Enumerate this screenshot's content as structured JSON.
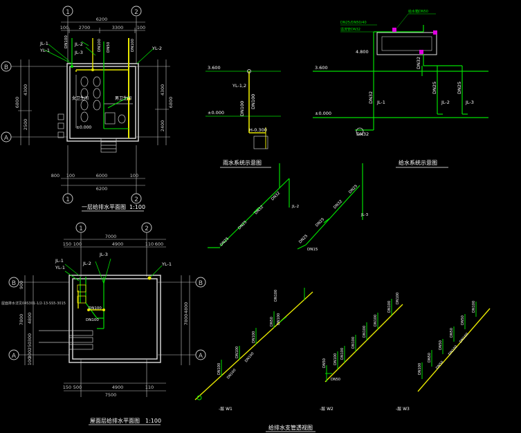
{
  "axes": {
    "a1": "1",
    "a2": "2",
    "aA": "A",
    "aB": "B"
  },
  "ground_plan": {
    "title": "一层给排水平面图",
    "scale": "1:100",
    "dims_top": [
      "100",
      "2700",
      "3300",
      "100"
    ],
    "dim_total": "6200",
    "dim_bottom_total": "6000",
    "dim_bottom_left": "800",
    "dim_bottom_100": "100",
    "dims_left": [
      "4300",
      "2500"
    ],
    "dim_left_total": "6800",
    "dims_right": [
      "4300",
      "2400"
    ],
    "dim_right_total": "6800",
    "pipe_labels": [
      "JL-1",
      "YL-1",
      "JL-2",
      "JL-3",
      "YL-2"
    ],
    "dn_labels": [
      "DN100",
      "DN100",
      "DN50",
      "DN100"
    ],
    "elev": "±0.000",
    "room_labels": [
      "女卫生间",
      "男卫生间"
    ]
  },
  "roof_plan": {
    "title": "屋面层给排水平面图",
    "scale": "1:100",
    "dims_top": [
      "150",
      "100",
      "4900",
      "110",
      "600"
    ],
    "dim_total": "7000",
    "dims_bottom": [
      "150",
      "500",
      "4900",
      "110"
    ],
    "dim_bottom_total": "7500",
    "dims_left": [
      "900",
      "4800",
      "300",
      "250",
      "300",
      "100"
    ],
    "dim_left_total": "7800",
    "dim_right": "4800",
    "dim_right_total": "7800",
    "pipe_labels": [
      "JL-1",
      "YL-1",
      "JL-2",
      "JL-3",
      "YL-1"
    ],
    "note": "屋面排水详见04S301-1/2-13-SS5-3015",
    "dn_labels": [
      "DN100",
      "DN100"
    ]
  },
  "rain_diagram": {
    "title": "雨水系统示意图",
    "elev_top": "3.600",
    "elev_mid": "±0.000",
    "elev_low": "H-0.300",
    "pipe": "YL-1,2",
    "dn": "DN100"
  },
  "supply_diagram": {
    "title": "给水系统示意图",
    "elev_top": "3.600",
    "elev_mid": "4.800",
    "elev_zero": "±0.000",
    "labels": [
      "JL-1",
      "JL-2",
      "JL-3"
    ],
    "dn": [
      "DN32",
      "DN25",
      "DN25",
      "DN32"
    ],
    "tank_notes": [
      "给水箱DN50",
      "DN25/DN50/40",
      "溢流管DN32"
    ]
  },
  "branch_supply": {
    "left_labels": [
      "DN25",
      "DN25",
      "DN32",
      "DN32",
      "JL-2"
    ],
    "right_labels": [
      "DN15",
      "DN25",
      "DN25",
      "DN32",
      "DN25",
      "JL-3"
    ]
  },
  "drain_iso": {
    "title": "给排水支管透视图",
    "w1": "-层 W1",
    "w2": "-层 W2",
    "w3": "-层 W3",
    "dn_w1": [
      "DN100",
      "DN100",
      "DN100",
      "DN100",
      "DN100",
      "DN50",
      "DN100",
      "DN100"
    ],
    "dn_w2": [
      "DN100",
      "DN100",
      "DN100",
      "DN50",
      "DN100",
      "DN100",
      "DN100",
      "DN50",
      "DN100"
    ],
    "dn_w3": [
      "DN100",
      "DN50",
      "DN50",
      "DN50",
      "DN100",
      "DN50",
      "DN100",
      "DN50",
      "DN100"
    ]
  }
}
